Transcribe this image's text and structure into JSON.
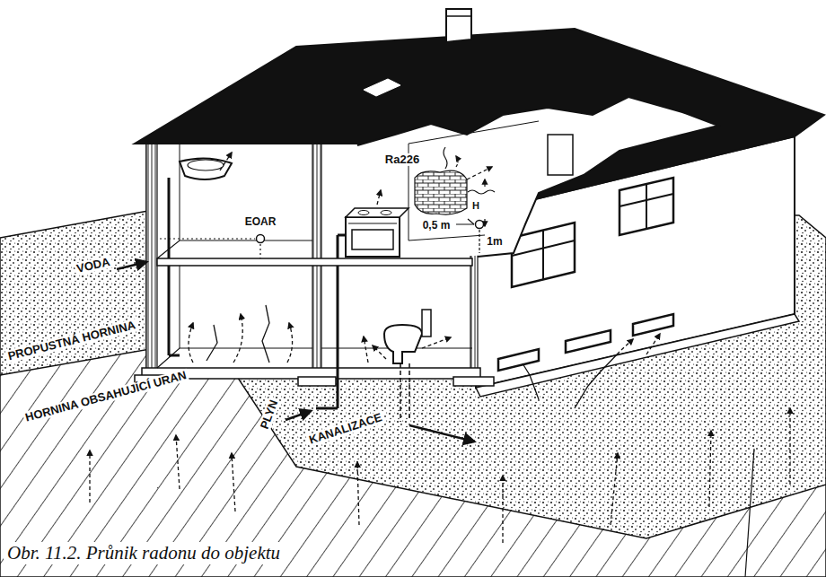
{
  "diagram": {
    "caption": "Obr. 11.2. Průnik radonu do objektu",
    "labels": [
      "VODA",
      "PROPUSTNÁ HORNINA",
      "HORNINA OBSAHUJÍCÍ URAN",
      "PLYN",
      "KANALIZACE",
      "EOAR",
      "Ra226",
      "0,5 m",
      "1m",
      "H"
    ]
  }
}
